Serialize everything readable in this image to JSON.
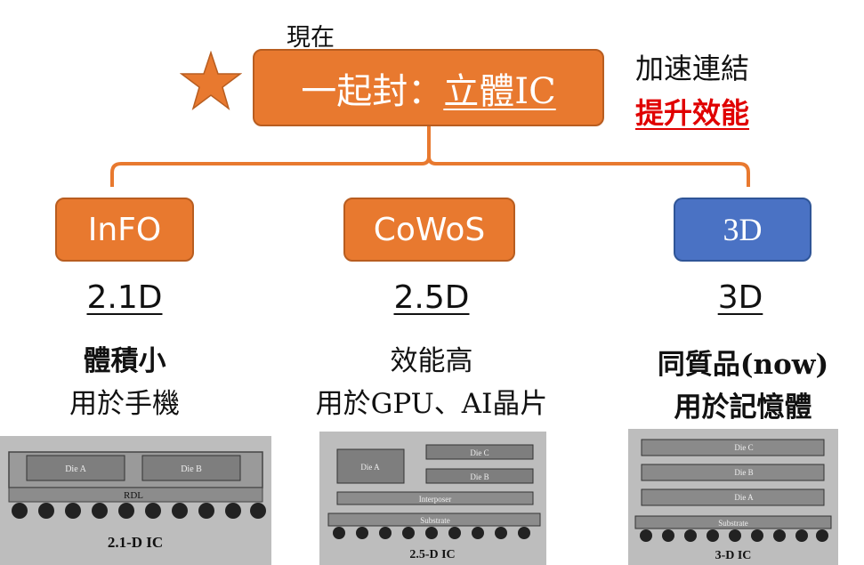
{
  "top": {
    "now_label": "現在",
    "main_prefix": "一起封：",
    "main_underlined": "立體IC",
    "side_line1": "加速連結",
    "side_line2": "提升效能"
  },
  "columns": [
    {
      "box_label": "InFO",
      "dim": "2.1D",
      "desc1": "體積小",
      "desc2": "用於手機",
      "figure": {
        "die_a": "Die A",
        "die_b": "Die B",
        "layer": "RDL",
        "caption": "2.1-D IC"
      }
    },
    {
      "box_label": "CoWoS",
      "dim": "2.5D",
      "desc1": "效能高",
      "desc2": "用於GPU、AI晶片",
      "figure": {
        "die_a": "Die A",
        "die_b": "Die B",
        "die_c": "Die C",
        "interposer": "Interposer",
        "substrate": "Substrate",
        "caption": "2.5-D IC"
      }
    },
    {
      "box_label": "3D",
      "dim": "3D",
      "desc1": "同質品(now)",
      "desc2": "用於記憶體",
      "figure": {
        "die_c": "Die C",
        "die_b": "Die B",
        "die_a": "Die A",
        "substrate": "Substrate",
        "caption": "3-D IC"
      }
    }
  ],
  "colors": {
    "orange": "#e8792f",
    "blue": "#4a72c4",
    "red": "#e00000"
  }
}
